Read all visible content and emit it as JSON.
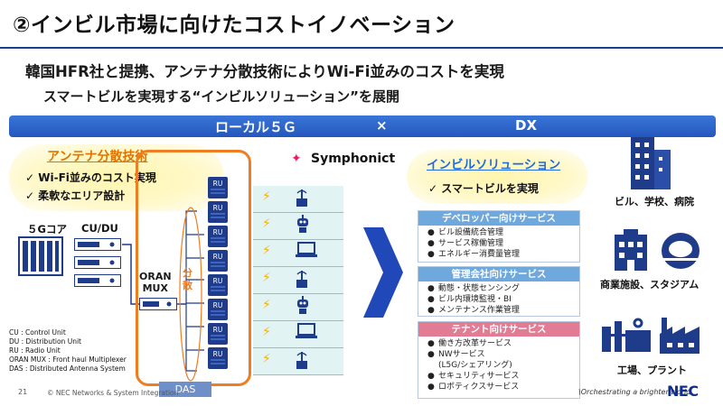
{
  "slide": {
    "title": "②インビル市場に向けたコストイノベーション",
    "subtitle1": "韓国HFR社と提携、アンテナ分散技術によりWi-Fi並みのコストを実現",
    "subtitle2": "スマートビルを実現する“インビルソリューション”を展開"
  },
  "banner": {
    "left": "ローカル５Ｇ",
    "cross": "×",
    "right": "DX"
  },
  "antenna": {
    "title": "アンテナ分散技術",
    "bullets": [
      "Wi-Fi並みのコスト実現",
      "柔軟なエリア設計"
    ]
  },
  "check_mark": "✓",
  "equipment": {
    "core_label": "５Gコア",
    "cudu_label": "CU/DU",
    "oran_label_1": "ORAN",
    "oran_label_2": "MUX",
    "ru_label": "RU",
    "distribute_label": "分散",
    "das_label": "DAS"
  },
  "legend": [
    "CU : Control Unit",
    "DU : Distribution Unit",
    "RU : Radio Unit",
    "ORAN MUX : Front haul Multiplexer",
    "DAS : Distributed Antenna System"
  ],
  "devices": [
    "router-icon",
    "robot-icon",
    "laptop-icon",
    "router-icon",
    "robot-icon",
    "laptop-icon"
  ],
  "logo": {
    "name": "Symphonict"
  },
  "solution": {
    "title": "インビルソリューション",
    "bullet": "スマートビルを実現",
    "services": [
      {
        "title": "デベロッパー向けサービス",
        "items": [
          "ビル設備統合管理",
          "サービス稼働管理",
          "エネルギー消費量管理"
        ]
      },
      {
        "title": "管理会社向けサービス",
        "items": [
          "動態・状態センシング",
          "ビル内環境監視・BI",
          "メンテナンス作業管理"
        ]
      },
      {
        "title": "テナント向けサービス",
        "items": [
          "働き方改革サービス",
          "NWサービス",
          "(L5G/シェアリング)",
          "セキュリティサービス",
          "ロボティクスサービス"
        ]
      }
    ]
  },
  "categories": [
    "ビル、学校、病院",
    "商業施設、スタジアム",
    "工場、プラント"
  ],
  "footer": {
    "page": "21",
    "copyright": "© NEC Networks & System Integration",
    "tagline": "\\Orchestrating a brighter world",
    "brand": "NEC"
  },
  "colors": {
    "accent_blue": "#2457bd",
    "orange": "#ef7d22",
    "ru_blue": "#1f3c8a",
    "pink": "#e27c95"
  }
}
